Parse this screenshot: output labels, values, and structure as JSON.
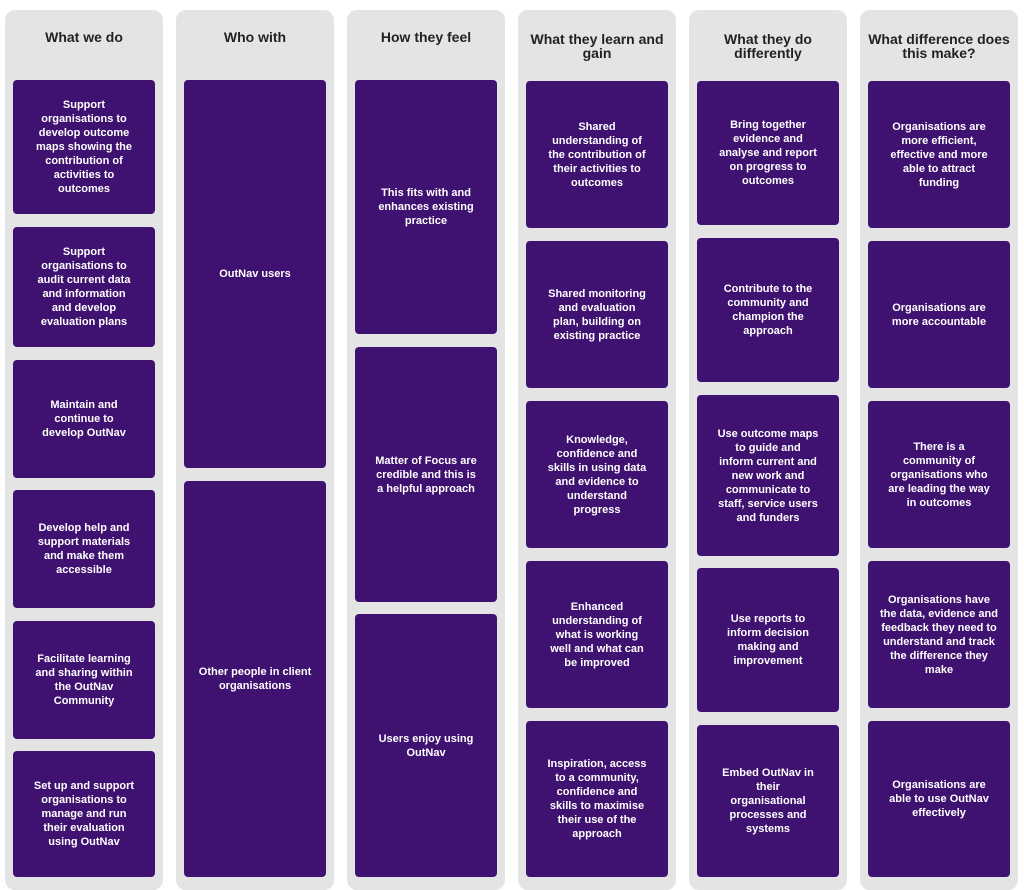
{
  "columns": [
    {
      "title": "What we do",
      "cards": [
        "Support organisations to develop outcome maps showing the contribution of activities to outcomes",
        "Support organisations to audit current data and information and develop evaluation plans",
        "Maintain and continue to develop OutNav",
        "Develop help and support materials and make them accessible",
        "Facilitate learning and sharing within the OutNav Community",
        "Set up and support organisations to manage and run their evaluation using OutNav"
      ]
    },
    {
      "title": "Who with",
      "cards": [
        "OutNav users",
        "Other people in client organisations"
      ]
    },
    {
      "title": "How they feel",
      "cards": [
        "This fits with and enhances existing practice",
        "Matter of Focus are credible and this is a helpful approach",
        "Users enjoy using OutNav"
      ]
    },
    {
      "title": "What they learn and gain",
      "cards": [
        "Shared understanding of the contribution of their activities to outcomes",
        "Shared monitoring and evaluation plan, building on existing practice",
        "Knowledge, confidence and skills in using data and evidence to understand progress",
        "Enhanced understanding of what is working well and what can be improved",
        "Inspiration, access to a community, confidence and skills to maximise their use of the approach"
      ]
    },
    {
      "title": "What they do differently",
      "cards": [
        "Bring together evidence and analyse and report on progress to outcomes",
        "Contribute to the community and champion the approach",
        "Use outcome maps to guide and inform current and new work and communicate to staff, service users and funders",
        "Use reports to inform decision making and improvement",
        "Embed OutNav in their organisational processes and systems"
      ]
    },
    {
      "title": "What difference does this make?",
      "cards": [
        "Organisations are more efficient, effective and more able to attract funding",
        "Organisations are more accountable",
        "There is a community of organisations who are leading the way in outcomes",
        "Organisations have the data, evidence and feedback they need to understand and track the difference they make",
        "Organisations are able to use OutNav effectively"
      ]
    }
  ]
}
